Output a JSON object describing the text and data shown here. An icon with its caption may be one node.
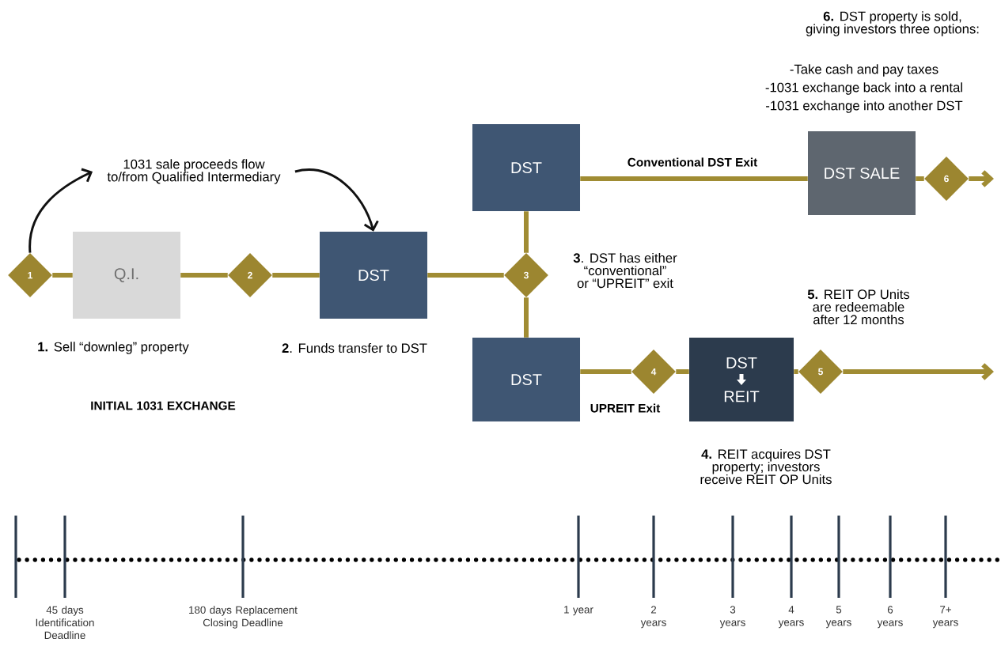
{
  "diagram": {
    "nodes": [
      {
        "text": [
          "1"
        ]
      },
      {
        "text": [
          "Q.I."
        ]
      },
      {
        "text": [
          "2"
        ]
      },
      {
        "text": [
          "DST"
        ]
      },
      {
        "text": [
          "3"
        ]
      },
      {
        "text": [
          "DST"
        ]
      },
      {
        "text": [
          "DST"
        ]
      },
      {
        "text": [
          "4"
        ]
      },
      {
        "text": [
          "DST",
          "REIT"
        ]
      },
      {
        "text": [
          "DST SALE"
        ]
      },
      {
        "text": [
          "6"
        ]
      },
      {
        "text": [
          "5"
        ]
      },
      {
        "text": [
          "1031 sale proceeds flow to/from Qualified Intermediary"
        ]
      }
    ],
    "edges": [
      {
        "from": 0,
        "to": 1,
        "arrow": "none"
      },
      {
        "from": 1,
        "to": 2,
        "arrow": "none"
      },
      {
        "from": 2,
        "to": 3,
        "arrow": "none"
      },
      {
        "from": 3,
        "to": 4,
        "arrow": "none"
      },
      {
        "from": 4,
        "to": 5,
        "arrow": "none"
      },
      {
        "from": 4,
        "to": 6,
        "arrow": "none"
      },
      {
        "from": 5,
        "to": 9,
        "arrow": "none",
        "label": "Conventional DST Exit"
      },
      {
        "from": 9,
        "to": 10,
        "arrow": "none"
      },
      {
        "from": 10,
        "to": null,
        "arrow": "to"
      },
      {
        "from": 6,
        "to": 7,
        "arrow": "none",
        "label": "UPREIT Exit"
      },
      {
        "from": 7,
        "to": 8,
        "arrow": "none"
      },
      {
        "from": 8,
        "to": 11,
        "arrow": "none"
      },
      {
        "from": 11,
        "to": null,
        "arrow": "to"
      },
      {
        "from": 0,
        "to": 12,
        "arrow": "to",
        "color": "#111111"
      },
      {
        "from": 12,
        "to": 3,
        "arrow": "to",
        "color": "#111111"
      }
    ],
    "labels": [
      "**6.** DST property is sold, giving investors three options:",
      "-Take cash and pay taxes",
      "-1031 exchange back into a rental",
      "-1031 exchange into another DST",
      "**3**. DST has either “conventional” or “UPREIT” exit",
      "**5.** REIT OP Units are redeemable after 12 months",
      "**1.** Sell “downleg” property",
      "**2**. Funds transfer to DST",
      "INITIAL 1031 EXCHANGE",
      "**4.** REIT acquires DST property; investors receive REIT OP Units",
      "45 days Identification Deadline",
      "180 days Replacement Closing Deadline",
      "1 year",
      "2 years",
      "3 years",
      "4 years",
      "5 years",
      "6 years",
      "7+ years"
    ]
  }
}
